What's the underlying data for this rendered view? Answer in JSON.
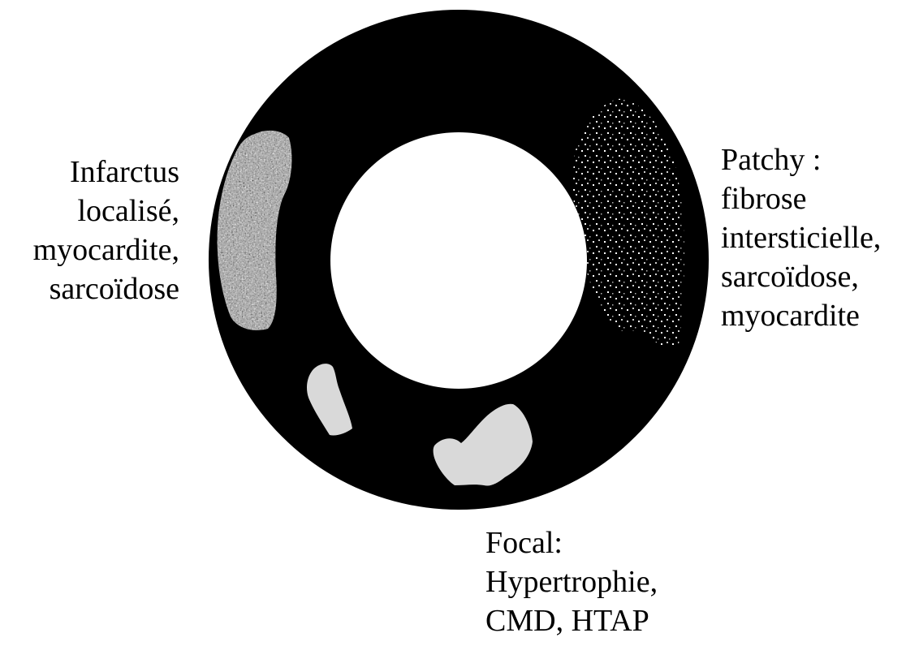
{
  "diagram": {
    "labels": {
      "left": [
        "Infarctus",
        "localisé,",
        "myocardite,",
        "sarcoïdose"
      ],
      "right": [
        "Patchy :",
        "fibrose",
        "intersticielle,",
        "sarcoïdose,",
        "myocardite"
      ],
      "bottom": [
        "Focal:",
        "Hypertrophie,",
        "CMD, HTAP"
      ]
    },
    "colors": {
      "ring": "#000000",
      "background": "#ffffff",
      "focal_fill": "#d9d9d9",
      "speckle_light": "#e8e8e8",
      "speckle_dark": "#3a3a3a",
      "dots": "#ffffff"
    }
  }
}
